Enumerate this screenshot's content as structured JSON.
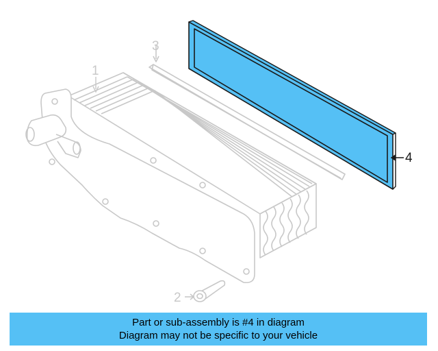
{
  "diagram": {
    "callouts": {
      "part1": "1",
      "part2": "2",
      "part3": "3",
      "part4": "4"
    },
    "highlighted_part": "4",
    "colors": {
      "highlight_fill": "#55c0f5",
      "highlight_stroke": "#1a1a1a",
      "ghost_stroke": "#c8c8c8"
    },
    "parts": [
      {
        "callout": "1",
        "icon": "oil-cooler-icon",
        "highlighted": false
      },
      {
        "callout": "2",
        "icon": "bolt-icon",
        "highlighted": false
      },
      {
        "callout": "3",
        "icon": "seal-strip-icon",
        "highlighted": false
      },
      {
        "callout": "4",
        "icon": "gasket-icon",
        "highlighted": true
      }
    ]
  },
  "banner": {
    "line1": "Part or sub-assembly is #4 in diagram",
    "line2": "Diagram may not be specific to your vehicle",
    "color": "#55c0f5"
  }
}
